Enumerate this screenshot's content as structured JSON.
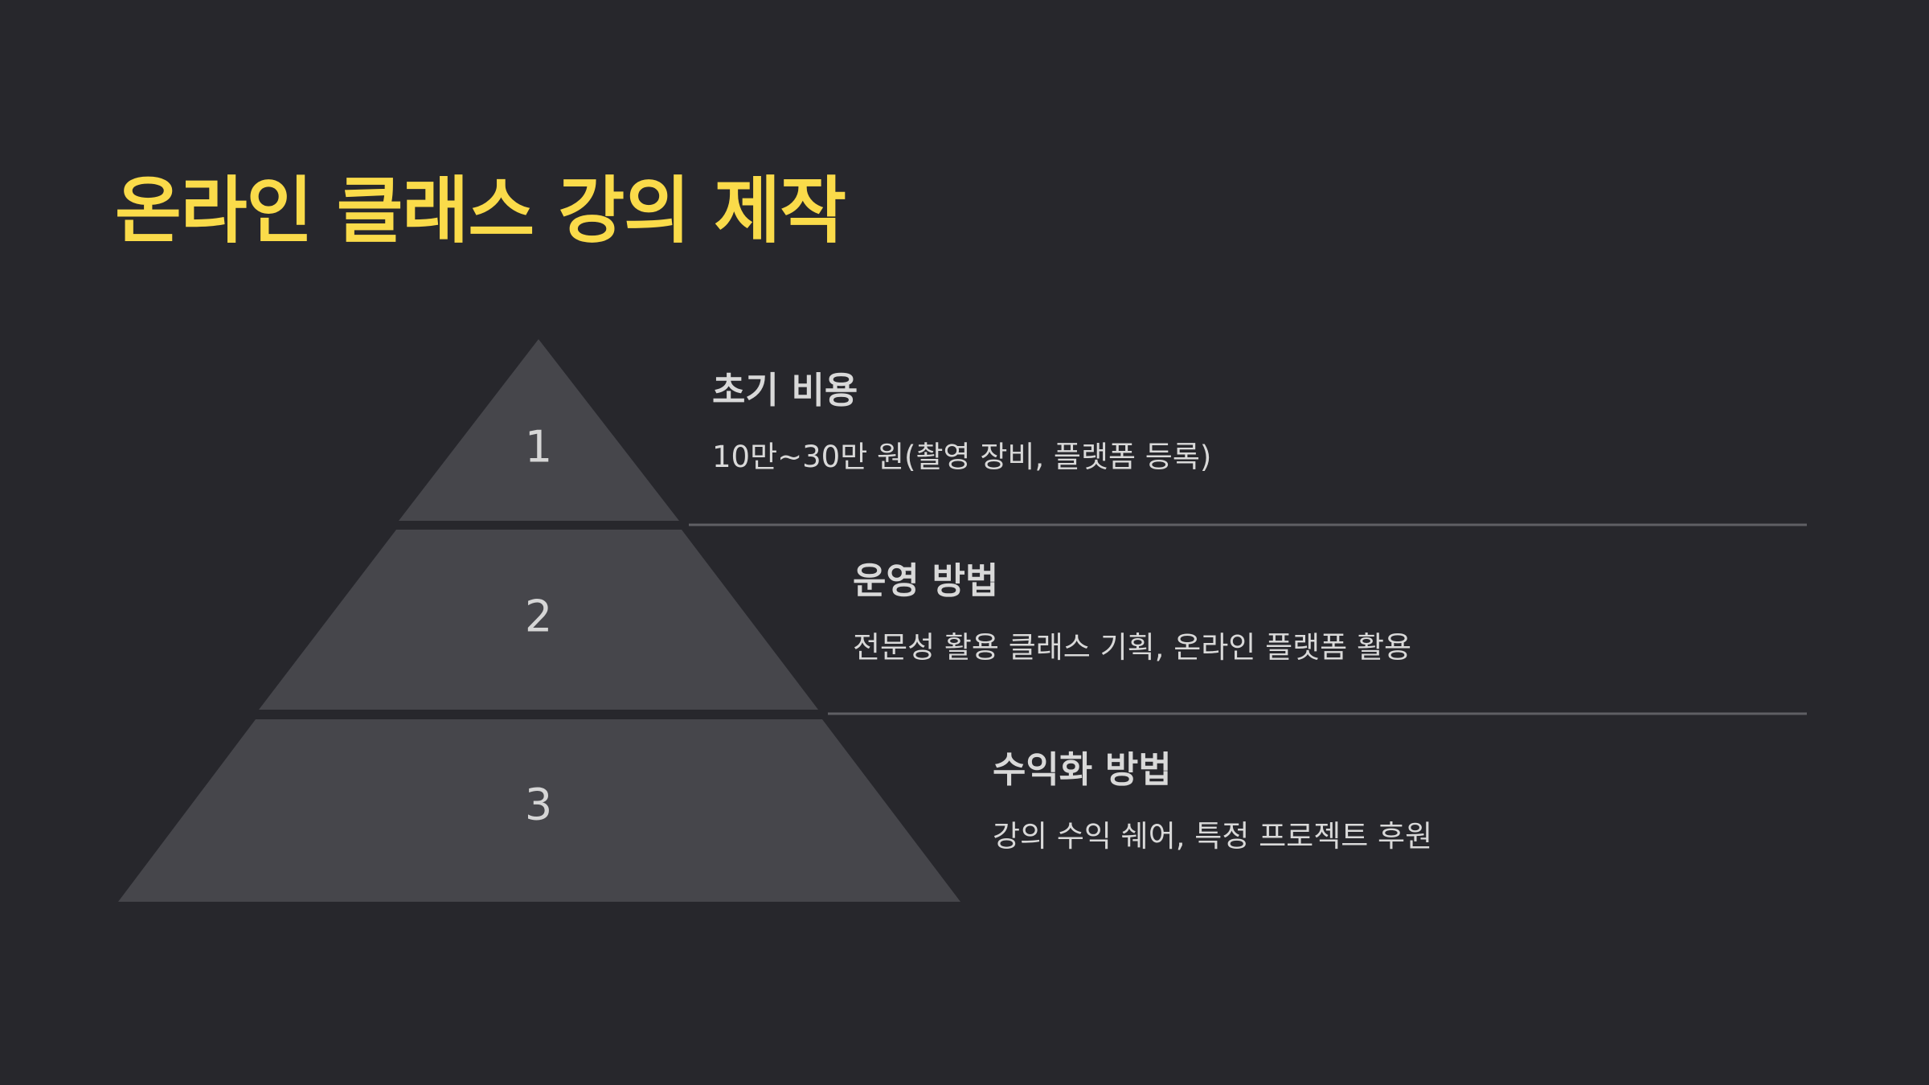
{
  "title": "온라인 클래스 강의 제작",
  "colors": {
    "background": "#27272c",
    "title": "#fadb4a",
    "tier_fill": "#46464b",
    "tier_number": "#d6d6d6",
    "heading": "#d9d9d9",
    "description": "#d9d9d9",
    "divider": "#5f5f64"
  },
  "tiers": [
    {
      "number": "1",
      "heading": "초기 비용",
      "description": "10만~30만 원(촬영 장비, 플랫폼 등록)"
    },
    {
      "number": "2",
      "heading": "운영 방법",
      "description": "전문성 활용 클래스 기획, 온라인 플랫폼 활용"
    },
    {
      "number": "3",
      "heading": "수익화 방법",
      "description": "강의 수익 쉐어, 특정 프로젝트 후원"
    }
  ]
}
